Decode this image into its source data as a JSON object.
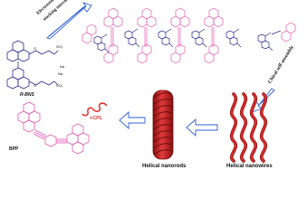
{
  "labels": {
    "interaction_line1": "Electrostatic and π-π",
    "interaction_line2": "stacking interactions",
    "chiral_self_assembly": "Chiral self-assembly",
    "helical_nanowires": "Helical nanowires",
    "helical_nanorods": "Helical nanorods",
    "cpl": "+CPL",
    "r_bns": "R-BNS",
    "bpp": "BPP",
    "na1": "Na",
    "na2": "Na",
    "so3_top": "SO₃",
    "so3_bottom": "SO₃",
    "o1": "O",
    "o2": "O"
  },
  "colors": {
    "bpp": "#e05ab0",
    "rbns": "#2c2c8c",
    "helix_red": "#d92a2a",
    "helix_dark": "#7a1010",
    "arrow_blue": "#2f5fd0",
    "cpl_red": "#e0302b"
  }
}
